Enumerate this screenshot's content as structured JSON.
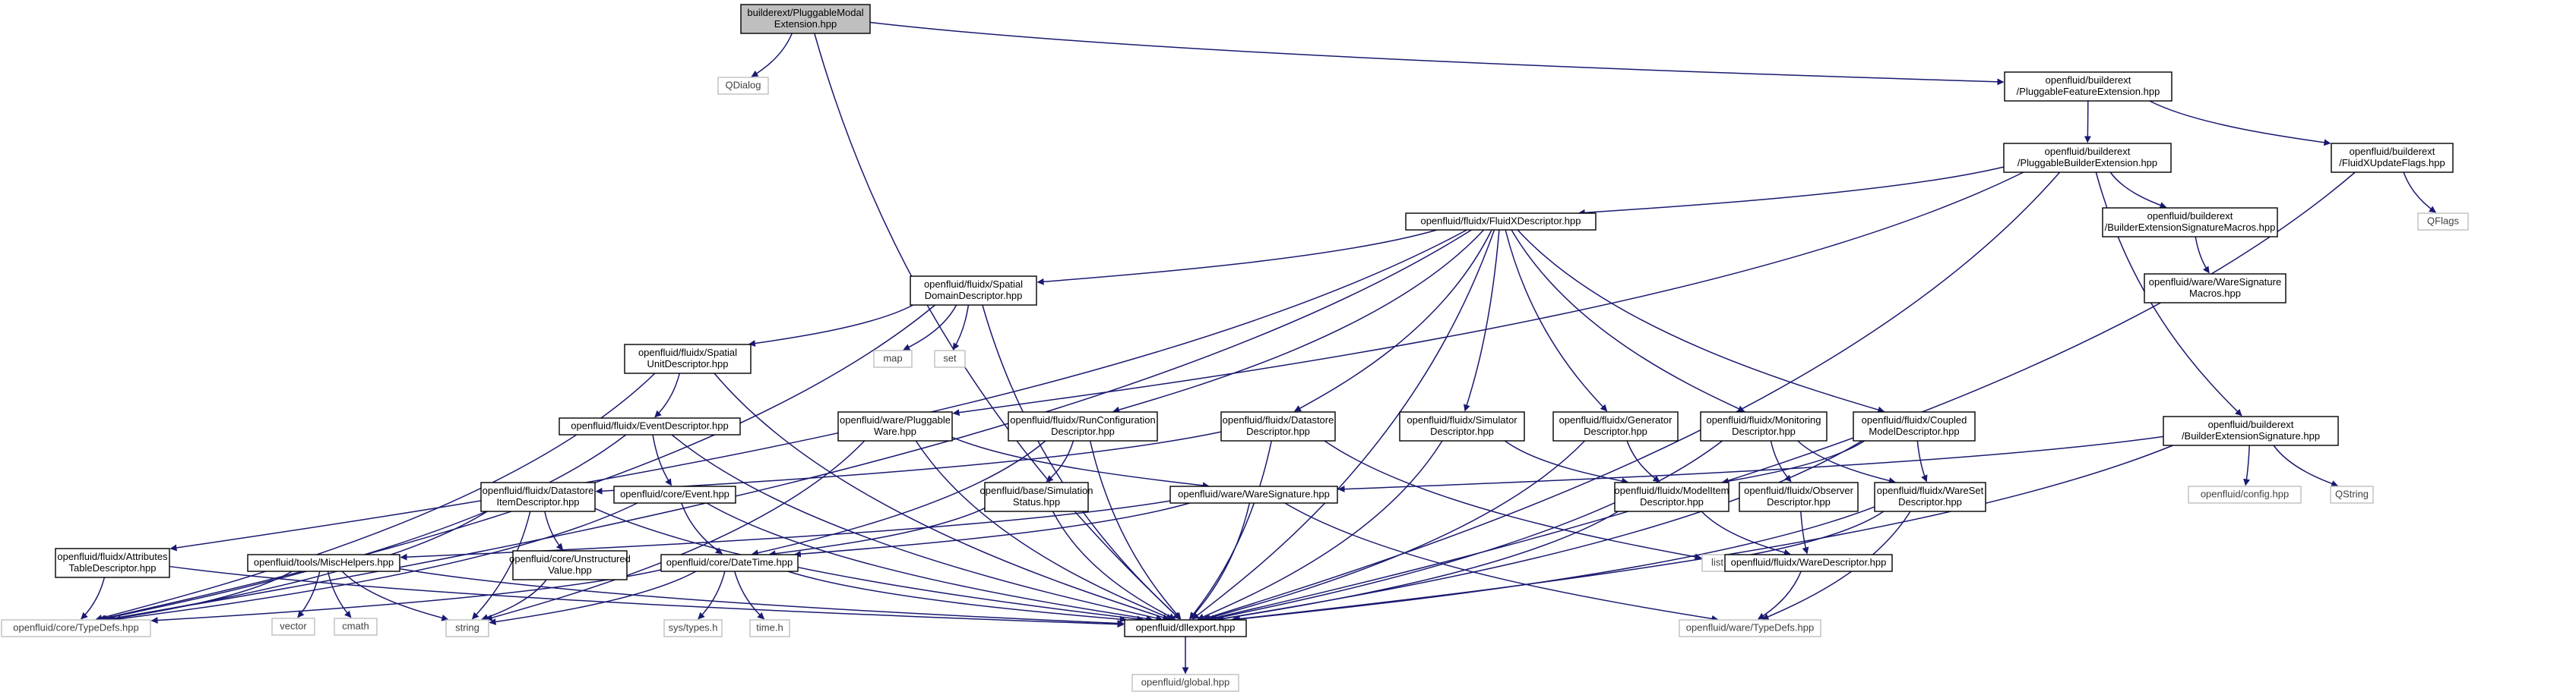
{
  "graph": {
    "nodes": [
      {
        "id": "root",
        "lines": [
          "builderext/PluggableModal",
          "Extension.hpp"
        ],
        "kind": "root"
      },
      {
        "id": "qdialog",
        "lines": [
          "QDialog"
        ],
        "kind": "ext"
      },
      {
        "id": "pfe",
        "lines": [
          "openfluid/builderext",
          "/PluggableFeatureExtension.hpp"
        ],
        "kind": "std"
      },
      {
        "id": "pbe",
        "lines": [
          "openfluid/builderext",
          "/PluggableBuilderExtension.hpp"
        ],
        "kind": "std"
      },
      {
        "id": "fxuf",
        "lines": [
          "openfluid/builderext",
          "/FluidXUpdateFlags.hpp"
        ],
        "kind": "std"
      },
      {
        "id": "qflags",
        "lines": [
          "QFlags"
        ],
        "kind": "ext"
      },
      {
        "id": "fxd",
        "lines": [
          "openfluid/fluidx/FluidXDescriptor.hpp"
        ],
        "kind": "std"
      },
      {
        "id": "besm",
        "lines": [
          "openfluid/builderext",
          "/BuilderExtensionSignatureMacros.hpp"
        ],
        "kind": "std"
      },
      {
        "id": "wsm",
        "lines": [
          "openfluid/ware/WareSignature",
          "Macros.hpp"
        ],
        "kind": "std"
      },
      {
        "id": "sdd",
        "lines": [
          "openfluid/fluidx/Spatial",
          "DomainDescriptor.hpp"
        ],
        "kind": "std"
      },
      {
        "id": "map",
        "lines": [
          "map"
        ],
        "kind": "ext"
      },
      {
        "id": "set",
        "lines": [
          "set"
        ],
        "kind": "ext"
      },
      {
        "id": "sud",
        "lines": [
          "openfluid/fluidx/Spatial",
          "UnitDescriptor.hpp"
        ],
        "kind": "std"
      },
      {
        "id": "ed",
        "lines": [
          "openfluid/fluidx/EventDescriptor.hpp"
        ],
        "kind": "std"
      },
      {
        "id": "pw",
        "lines": [
          "openfluid/ware/Pluggable",
          "Ware.hpp"
        ],
        "kind": "std"
      },
      {
        "id": "rcd",
        "lines": [
          "openfluid/fluidx/RunConfiguration",
          "Descriptor.hpp"
        ],
        "kind": "std"
      },
      {
        "id": "dsd",
        "lines": [
          "openfluid/fluidx/Datastore",
          "Descriptor.hpp"
        ],
        "kind": "std"
      },
      {
        "id": "simd",
        "lines": [
          "openfluid/fluidx/Simulator",
          "Descriptor.hpp"
        ],
        "kind": "std"
      },
      {
        "id": "gend",
        "lines": [
          "openfluid/fluidx/Generator",
          "Descriptor.hpp"
        ],
        "kind": "std"
      },
      {
        "id": "mond",
        "lines": [
          "openfluid/fluidx/Monitoring",
          "Descriptor.hpp"
        ],
        "kind": "std"
      },
      {
        "id": "cmd",
        "lines": [
          "openfluid/fluidx/Coupled",
          "ModelDescriptor.hpp"
        ],
        "kind": "std"
      },
      {
        "id": "bes",
        "lines": [
          "openfluid/builderext",
          "/BuilderExtensionSignature.hpp"
        ],
        "kind": "std"
      },
      {
        "id": "dsid",
        "lines": [
          "openfluid/fluidx/Datastore",
          "ItemDescriptor.hpp"
        ],
        "kind": "std"
      },
      {
        "id": "event",
        "lines": [
          "openfluid/core/Event.hpp"
        ],
        "kind": "std"
      },
      {
        "id": "simstat",
        "lines": [
          "openfluid/base/Simulation",
          "Status.hpp"
        ],
        "kind": "std"
      },
      {
        "id": "ws",
        "lines": [
          "openfluid/ware/WareSignature.hpp"
        ],
        "kind": "std"
      },
      {
        "id": "mid",
        "lines": [
          "openfluid/fluidx/ModelItem",
          "Descriptor.hpp"
        ],
        "kind": "std"
      },
      {
        "id": "obsd",
        "lines": [
          "openfluid/fluidx/Observer",
          "Descriptor.hpp"
        ],
        "kind": "std"
      },
      {
        "id": "wsd",
        "lines": [
          "openfluid/fluidx/WareSet",
          "Descriptor.hpp"
        ],
        "kind": "std"
      },
      {
        "id": "cfg",
        "lines": [
          "openfluid/config.hpp"
        ],
        "kind": "ext"
      },
      {
        "id": "qstring",
        "lines": [
          "QString"
        ],
        "kind": "ext"
      },
      {
        "id": "atd",
        "lines": [
          "openfluid/fluidx/Attributes",
          "TableDescriptor.hpp"
        ],
        "kind": "std"
      },
      {
        "id": "mh",
        "lines": [
          "openfluid/tools/MiscHelpers.hpp"
        ],
        "kind": "std"
      },
      {
        "id": "uv",
        "lines": [
          "openfluid/core/Unstructured",
          "Value.hpp"
        ],
        "kind": "std"
      },
      {
        "id": "dt",
        "lines": [
          "openfluid/core/DateTime.hpp"
        ],
        "kind": "std"
      },
      {
        "id": "list",
        "lines": [
          "list"
        ],
        "kind": "ext"
      },
      {
        "id": "wd",
        "lines": [
          "openfluid/fluidx/WareDescriptor.hpp"
        ],
        "kind": "std"
      },
      {
        "id": "ctd",
        "lines": [
          "openfluid/core/TypeDefs.hpp"
        ],
        "kind": "ext"
      },
      {
        "id": "vector",
        "lines": [
          "vector"
        ],
        "kind": "ext"
      },
      {
        "id": "cmath",
        "lines": [
          "cmath"
        ],
        "kind": "ext"
      },
      {
        "id": "string",
        "lines": [
          "string"
        ],
        "kind": "ext"
      },
      {
        "id": "systypes",
        "lines": [
          "sys/types.h"
        ],
        "kind": "ext"
      },
      {
        "id": "timeh",
        "lines": [
          "time.h"
        ],
        "kind": "ext"
      },
      {
        "id": "dllexport",
        "lines": [
          "openfluid/dllexport.hpp"
        ],
        "kind": "std"
      },
      {
        "id": "wtd",
        "lines": [
          "openfluid/ware/TypeDefs.hpp"
        ],
        "kind": "ext"
      },
      {
        "id": "global",
        "lines": [
          "openfluid/global.hpp"
        ],
        "kind": "ext"
      }
    ],
    "edges": [
      [
        "root",
        "qdialog"
      ],
      [
        "root",
        "pfe"
      ],
      [
        "root",
        "dllexport"
      ],
      [
        "pfe",
        "pbe"
      ],
      [
        "pfe",
        "fxuf"
      ],
      [
        "fxuf",
        "qflags"
      ],
      [
        "fxuf",
        "dllexport"
      ],
      [
        "pbe",
        "fxd"
      ],
      [
        "pbe",
        "besm"
      ],
      [
        "pbe",
        "pw"
      ],
      [
        "pbe",
        "bes"
      ],
      [
        "pbe",
        "dllexport"
      ],
      [
        "besm",
        "wsm"
      ],
      [
        "fxd",
        "sdd"
      ],
      [
        "fxd",
        "atd"
      ],
      [
        "fxd",
        "rcd"
      ],
      [
        "fxd",
        "dsd"
      ],
      [
        "fxd",
        "simd"
      ],
      [
        "fxd",
        "gend"
      ],
      [
        "fxd",
        "mond"
      ],
      [
        "fxd",
        "cmd"
      ],
      [
        "fxd",
        "ctd"
      ],
      [
        "fxd",
        "dllexport"
      ],
      [
        "sdd",
        "map"
      ],
      [
        "sdd",
        "set"
      ],
      [
        "sdd",
        "sud"
      ],
      [
        "sdd",
        "ctd"
      ],
      [
        "sdd",
        "dllexport"
      ],
      [
        "sud",
        "ed"
      ],
      [
        "sud",
        "ctd"
      ],
      [
        "sud",
        "dllexport"
      ],
      [
        "ed",
        "event"
      ],
      [
        "ed",
        "ctd"
      ],
      [
        "ed",
        "dllexport"
      ],
      [
        "pw",
        "ws"
      ],
      [
        "pw",
        "string"
      ],
      [
        "pw",
        "dllexport"
      ],
      [
        "rcd",
        "simstat"
      ],
      [
        "rcd",
        "dt"
      ],
      [
        "rcd",
        "dllexport"
      ],
      [
        "dsd",
        "dsid"
      ],
      [
        "dsd",
        "list"
      ],
      [
        "dsd",
        "dllexport"
      ],
      [
        "simd",
        "mid"
      ],
      [
        "simd",
        "dllexport"
      ],
      [
        "gend",
        "mid"
      ],
      [
        "gend",
        "dllexport"
      ],
      [
        "mond",
        "obsd"
      ],
      [
        "mond",
        "wsd"
      ],
      [
        "mond",
        "dllexport"
      ],
      [
        "cmd",
        "wsd"
      ],
      [
        "cmd",
        "mid"
      ],
      [
        "cmd",
        "dllexport"
      ],
      [
        "bes",
        "ws"
      ],
      [
        "bes",
        "cfg"
      ],
      [
        "bes",
        "qstring"
      ],
      [
        "bes",
        "dllexport"
      ],
      [
        "dsid",
        "uv"
      ],
      [
        "dsid",
        "string"
      ],
      [
        "dsid",
        "ctd"
      ],
      [
        "dsid",
        "dllexport"
      ],
      [
        "event",
        "dt"
      ],
      [
        "event",
        "ctd"
      ],
      [
        "event",
        "dllexport"
      ],
      [
        "simstat",
        "dt"
      ],
      [
        "simstat",
        "dllexport"
      ],
      [
        "ws",
        "mh"
      ],
      [
        "ws",
        "dt"
      ],
      [
        "ws",
        "wtd"
      ],
      [
        "ws",
        "dllexport"
      ],
      [
        "mid",
        "wd"
      ],
      [
        "mid",
        "dllexport"
      ],
      [
        "obsd",
        "wd"
      ],
      [
        "wsd",
        "list"
      ],
      [
        "wsd",
        "wtd"
      ],
      [
        "wsd",
        "dllexport"
      ],
      [
        "atd",
        "ctd"
      ],
      [
        "atd",
        "dllexport"
      ],
      [
        "mh",
        "vector"
      ],
      [
        "mh",
        "cmath"
      ],
      [
        "mh",
        "string"
      ],
      [
        "mh",
        "ctd"
      ],
      [
        "mh",
        "dllexport"
      ],
      [
        "uv",
        "string"
      ],
      [
        "dt",
        "systypes"
      ],
      [
        "dt",
        "timeh"
      ],
      [
        "dt",
        "string"
      ],
      [
        "dt",
        "ctd"
      ],
      [
        "dt",
        "dllexport"
      ],
      [
        "wd",
        "wtd"
      ],
      [
        "dllexport",
        "global"
      ]
    ]
  },
  "style": {
    "edge_color": "#191970",
    "root_fill": "#bfbfbf",
    "external_border": "#bfbfbf",
    "node_border": "#000000"
  }
}
